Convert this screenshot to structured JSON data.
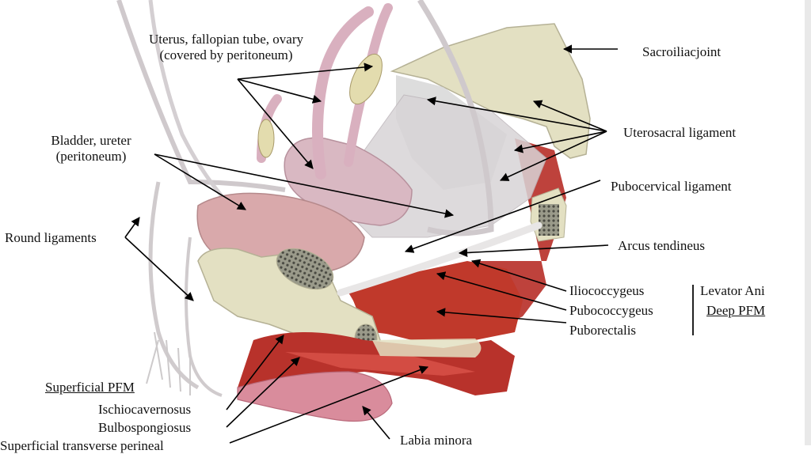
{
  "figure": {
    "labels": {
      "uterus": "Uterus, fallopian tube, ovary",
      "uterus_sub": "(covered by peritoneum)",
      "bladder": "Bladder, ureter",
      "bladder_sub": "(peritoneum)",
      "round_ligaments": "Round ligaments",
      "sacroiliac": "Sacroiliacjoint",
      "uterosacral": "Uterosacral ligament",
      "pubocervical": "Pubocervical ligament",
      "arcus": "Arcus tendineus",
      "iliococcygeus": "Iliococcygeus",
      "pubococcygeus": "Pubococcygeus",
      "puborectalis": "Puborectalis",
      "levator_ani": "Levator Ani",
      "deep_pfm": "Deep PFM",
      "superficial_pfm": "Superficial PFM",
      "ischiocavernosus": "Ischiocavernosus",
      "bulbospongiosus": "Bulbospongiosus",
      "superficial_transverse": "Superficial transverse perineal",
      "labia_minora": "Labia minora"
    },
    "colors": {
      "muscle": "#b8322b",
      "muscle_light": "#d9534a",
      "bone": "#e3e0c2",
      "organ": "#d9b8c2",
      "vessel": "#cfc9cc",
      "ligament": "#d8d4d6",
      "labia": "#d98c9c"
    }
  }
}
